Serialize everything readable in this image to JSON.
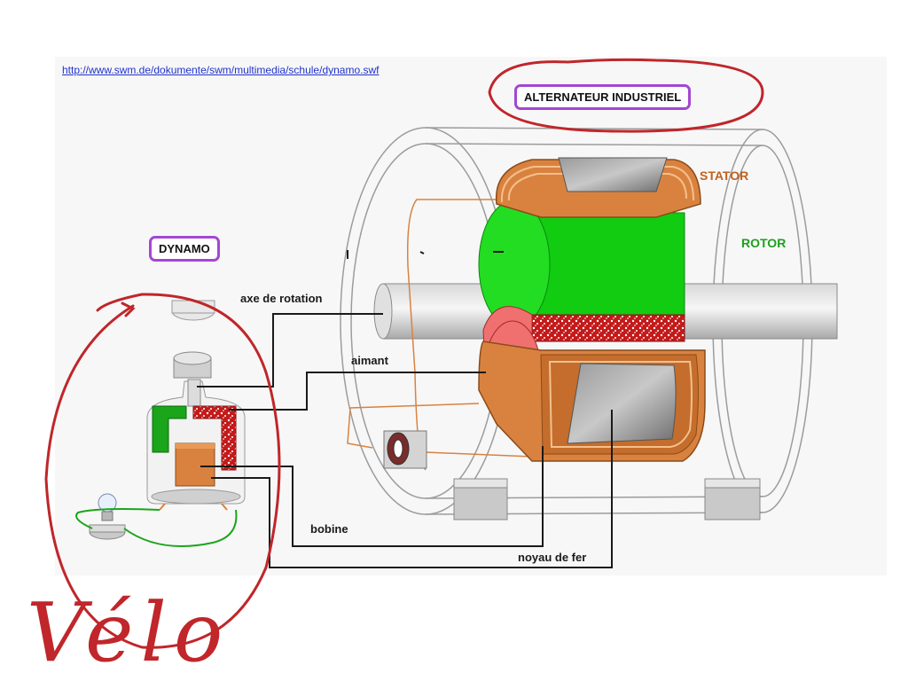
{
  "url": "http://www.swm.de/dokumente/swm/multimedia/schule/dynamo.swf",
  "titles": {
    "alternator": "ALTERNATEUR INDUSTRIEL",
    "dynamo": "DYNAMO"
  },
  "labels": {
    "stator": "STATOR",
    "rotor": "ROTOR",
    "axis": "axe de rotation",
    "magnet": "aimant",
    "coil": "bobine",
    "iron_core": "noyau de fer"
  },
  "handwriting": {
    "note": "Vélo"
  },
  "colors": {
    "annotation_red": "#c0262a",
    "box_purple": "#a347d1",
    "stator_label": "#c0621e",
    "rotor_label": "#1da11d",
    "copper": "#d9823f",
    "rotor_green": "#11cc11",
    "magnet_red": "#f07070"
  }
}
